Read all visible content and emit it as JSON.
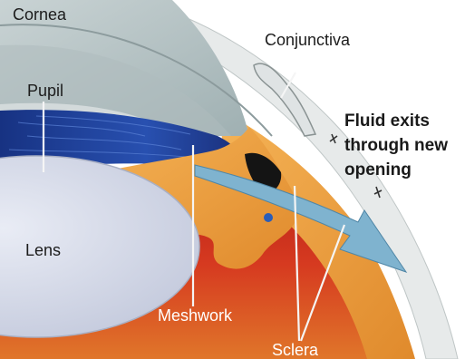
{
  "labels": {
    "cornea": "Cornea",
    "pupil": "Pupil",
    "lens": "Lens",
    "conjunctiva": "Conjunctiva",
    "fluid_line1": "Fluid exits",
    "fluid_line2": "through new",
    "fluid_line3": "opening",
    "meshwork": "Meshwork",
    "sclera": "Sclera"
  },
  "colors": {
    "cornea": "#b7c3c3",
    "iris_blue": "#1f3f9a",
    "lens": "#d7dbe9",
    "tissue_orange": "#f0a443",
    "sclera_red": "#c82a1e",
    "fluid_arrow": "#7fb3cf"
  }
}
